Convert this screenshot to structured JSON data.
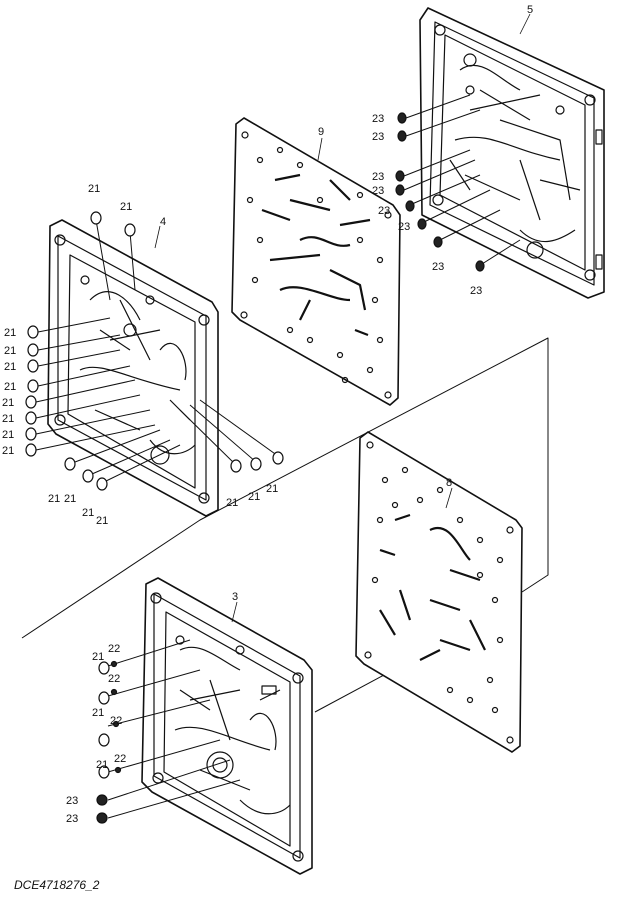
{
  "caption": "DCE4718276_2",
  "parts": {
    "p3": "3",
    "p4": "4",
    "p5": "5",
    "p8": "8",
    "p9": "9"
  },
  "callouts": {
    "p21": "21",
    "p22": "22",
    "p23": "23"
  }
}
